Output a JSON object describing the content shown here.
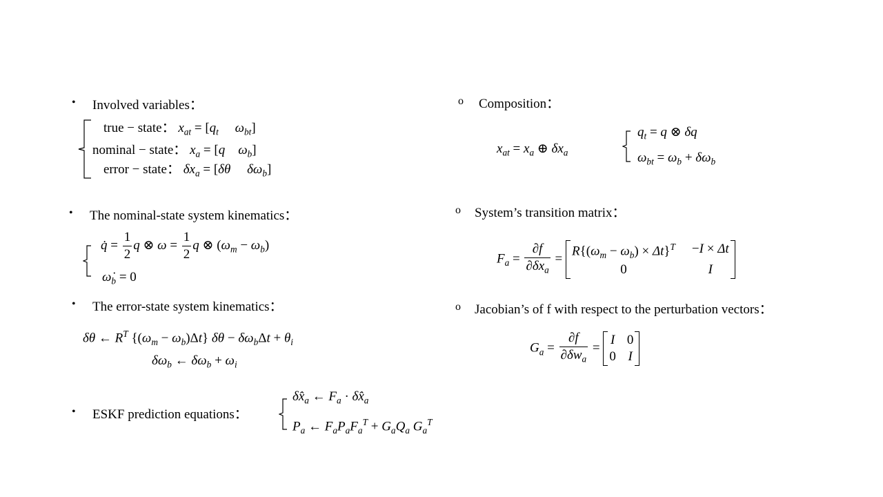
{
  "left": {
    "involved": {
      "bullet": "•",
      "label": "Involved variables：",
      "rows": [
        {
          "name": "true − state："
        },
        {
          "name": "nominal − state："
        },
        {
          "name": "error − state："
        }
      ]
    },
    "nominal_kinematics": {
      "bullet": "•",
      "label": "The nominal-state system kinematics："
    },
    "error_kinematics": {
      "bullet": "•",
      "label": "The error-state system kinematics："
    },
    "eskf": {
      "bullet": "•",
      "label": "ESKF prediction equations："
    }
  },
  "right": {
    "composition": {
      "bullet": "o",
      "label": "Composition："
    },
    "transition": {
      "bullet": "o",
      "label": "System’s transition matrix："
    },
    "jacobian": {
      "bullet": "o",
      "label": "Jacobian’s of f with respect to the perturbation vectors："
    }
  }
}
